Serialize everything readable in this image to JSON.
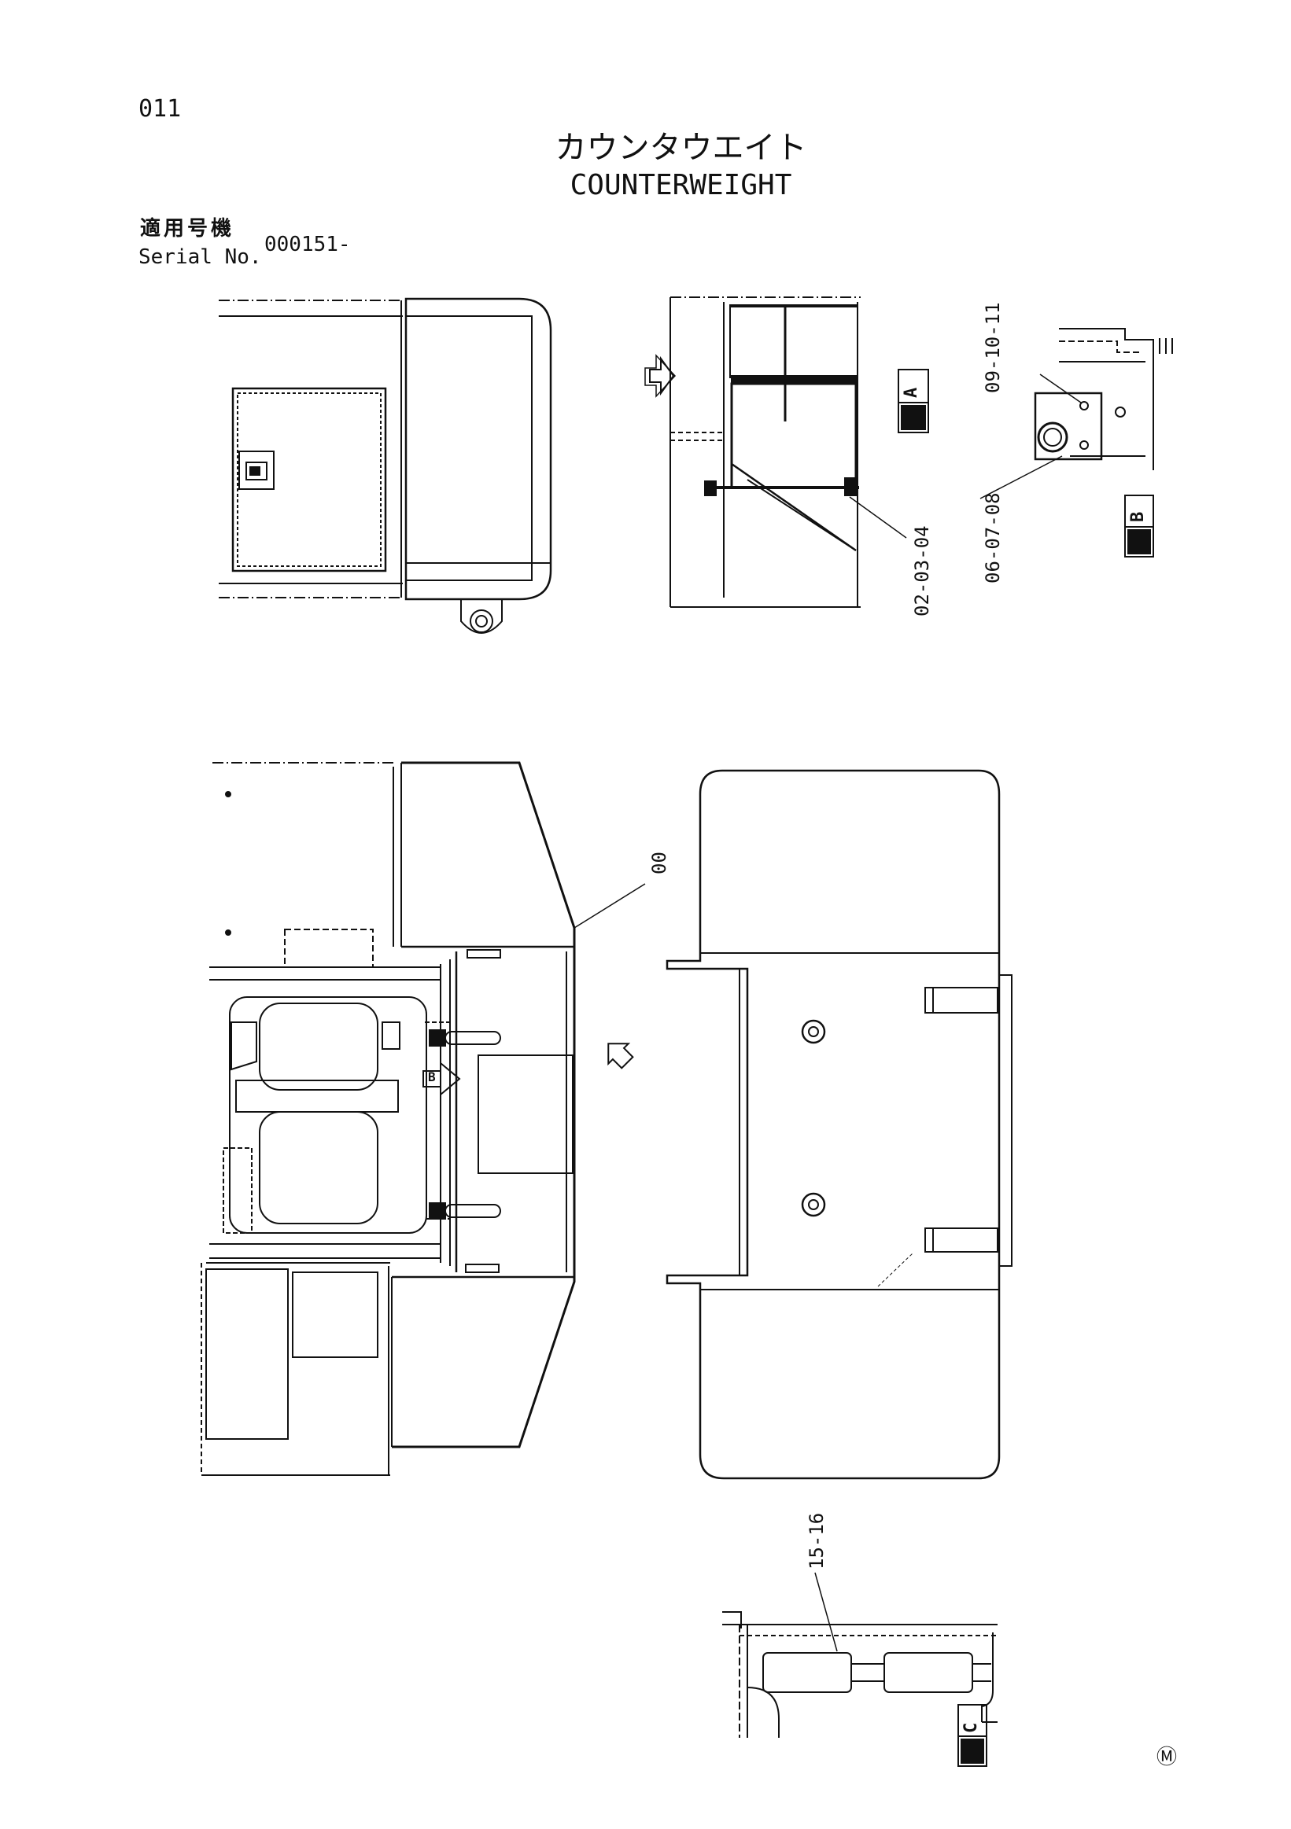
{
  "header": {
    "page_number": "011",
    "title_jp": "カウンタウエイト",
    "title_en": "COUNTERWEIGHT",
    "serial_label_jp": "適用号機",
    "serial_label_en": "Serial No.",
    "serial_value": "000151-"
  },
  "callouts": {
    "c_09_10_11": "09-10-11",
    "c_06_07_08": "06-07-08",
    "c_02_03_04": "02-03-04",
    "c_00": "00",
    "c_15_16": "15-16"
  },
  "sections": {
    "a_letter": "A",
    "b_letter": "B",
    "c_letter": "C",
    "b_view_marker": "B"
  },
  "footer": {
    "mark": "Ⓜ"
  }
}
